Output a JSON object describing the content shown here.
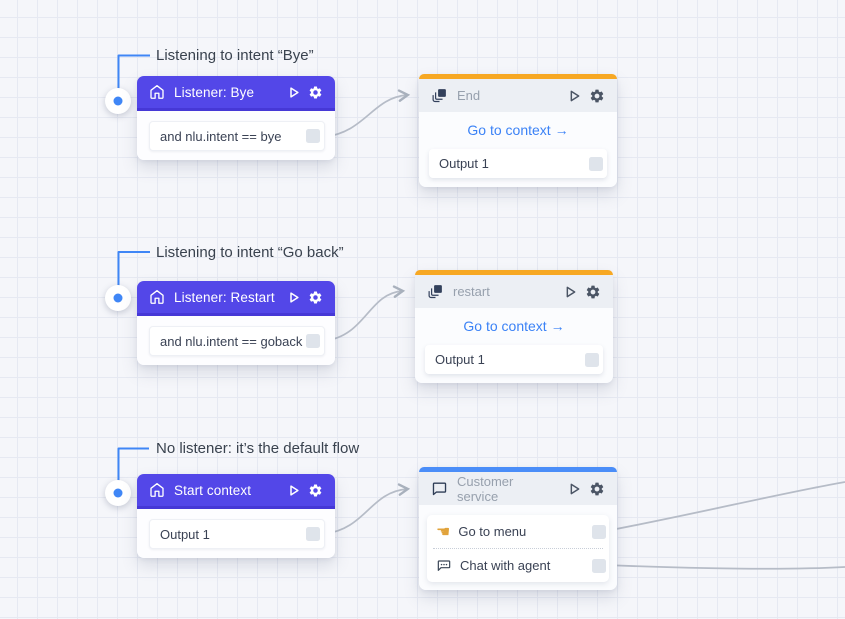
{
  "canvas": {
    "background": "#f5f6fa",
    "grid_color": "#e6e9f2"
  },
  "colors": {
    "listener_header": "#5347e8",
    "listener_header_edge": "#4638d6",
    "end_accent": "#f7a823",
    "restart_accent": "#f7a823",
    "customer_service_accent": "#4a8df8",
    "link_blue": "#3b82f6",
    "annotation_blue": "#3f86f6",
    "edge_gray": "#b6bcc7"
  },
  "groups": [
    {
      "annotation": "Listening to intent “Bye”",
      "listener": {
        "title": "Listener: Bye",
        "rows": [
          {
            "label": "and nlu.intent == bye"
          }
        ]
      },
      "target": {
        "title": "End",
        "link": "Go to context →",
        "rows": [
          {
            "label": "Output 1"
          }
        ]
      }
    },
    {
      "annotation": "Listening to intent “Go back”",
      "listener": {
        "title": "Listener: Restart",
        "rows": [
          {
            "label": "and nlu.intent == goback"
          }
        ]
      },
      "target": {
        "title": "restart",
        "link": "Go to context →",
        "rows": [
          {
            "label": "Output 1"
          }
        ]
      }
    },
    {
      "annotation": "No listener: it’s the default flow",
      "listener": {
        "title": "Start context",
        "rows": [
          {
            "label": "Output 1"
          }
        ]
      },
      "target": {
        "title": "Customer service",
        "rows": [
          {
            "label": "Go to menu"
          },
          {
            "label": "Chat with agent"
          }
        ]
      }
    }
  ]
}
